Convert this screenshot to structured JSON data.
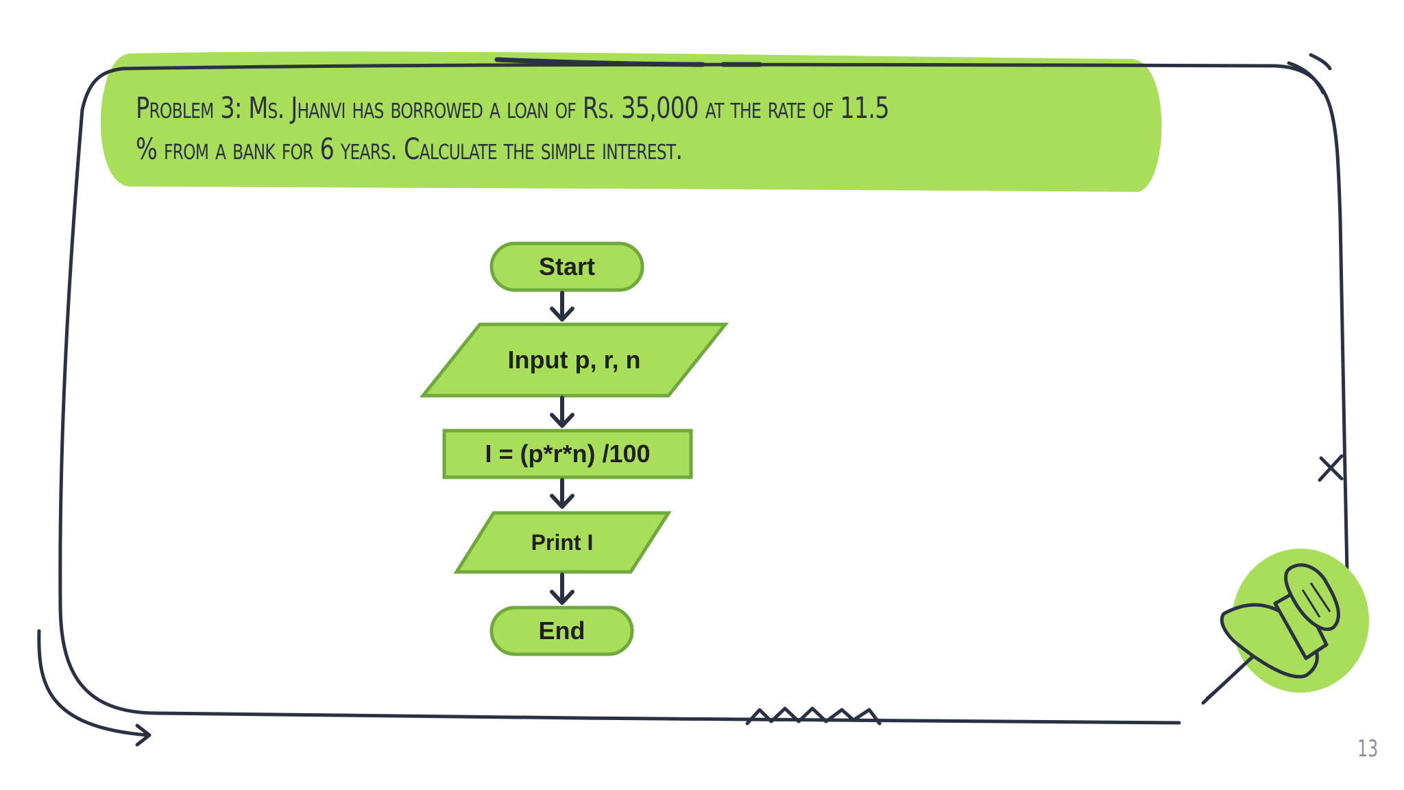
{
  "problem": {
    "text": "Problem 3: Ms. Jhanvi has borrowed a loan of Rs. 35,000 at the rate of 11.5 % from a bank for 6 years. Calculate the simple interest."
  },
  "flowchart": {
    "start": "Start",
    "input": "Input p, r, n",
    "process": "I = (p*r*n) /100",
    "output": "Print I",
    "end": "End"
  },
  "page_number": "13",
  "colors": {
    "green": "#a8de5a",
    "green_border": "#6fa83c",
    "ink": "#2a3142"
  },
  "icons": {
    "pushpin": "pushpin-icon"
  }
}
